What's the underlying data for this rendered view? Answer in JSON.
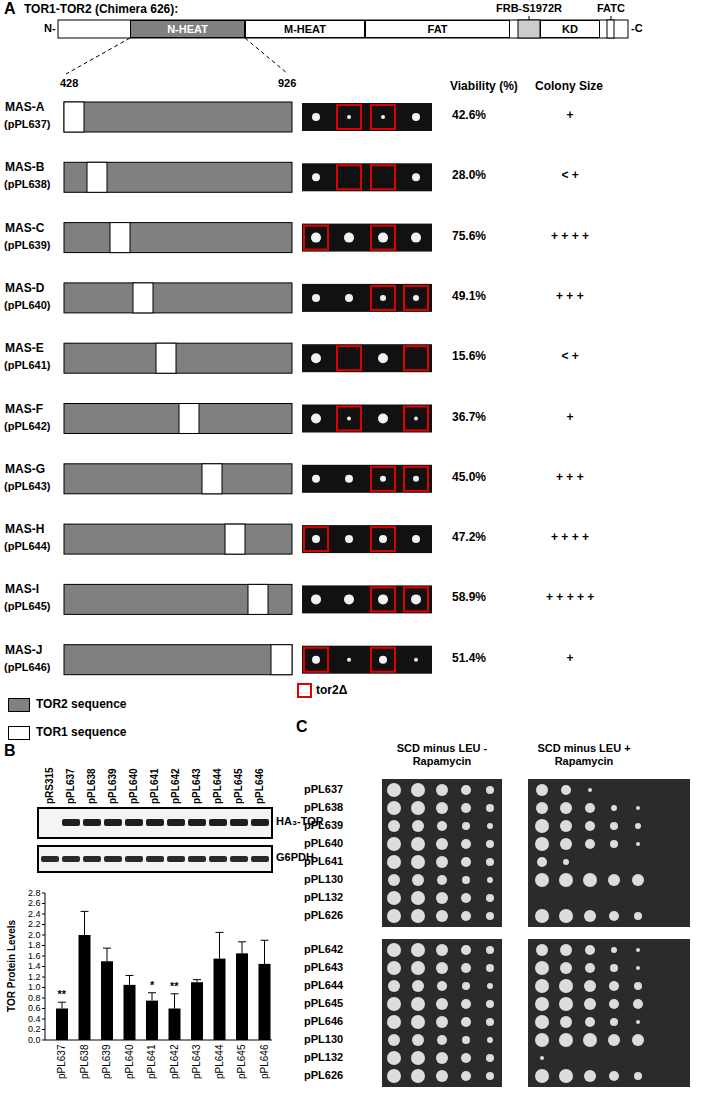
{
  "diagram": {
    "nodes": [
      {
        "text": [
          "N-HEAT"
        ]
      },
      {
        "text": [
          "M-HEAT"
        ]
      },
      {
        "text": [
          "FAT"
        ]
      },
      {
        "text": [
          "KD"
        ]
      }
    ],
    "labels": [
      "A",
      "TOR1-TOR2 (Chimera 626):",
      "FRB-S1972R",
      "FATC",
      "N-",
      "-C",
      "428",
      "926",
      "Viability (%)",
      "Colony Size",
      "MAS-A",
      "(pPL637)",
      "42.6%",
      "+",
      "MAS-B",
      "(pPL638)",
      "28.0%",
      "< +",
      "MAS-C",
      "(pPL639)",
      "75.6%",
      "+ + + +",
      "MAS-D",
      "(pPL640)",
      "49.1%",
      "+ + +",
      "MAS-E",
      "(pPL641)",
      "15.6%",
      "< +",
      "MAS-F",
      "(pPL642)",
      "36.7%",
      "+",
      "MAS-G",
      "(pPL643)",
      "45.0%",
      "+ + +",
      "MAS-H",
      "(pPL644)",
      "47.2%",
      "+ + + +",
      "MAS-I",
      "(pPL645)",
      "58.9%",
      "+ + + + +",
      "MAS-J",
      "(pPL646)",
      "51.4%",
      "+",
      "B",
      "pRS315",
      "pPL637",
      "pPL638",
      "pPL639",
      "pPL640",
      "pPL641",
      "pPL642",
      "pPL643",
      "pPL644",
      "pPL645",
      "pPL646",
      "HA₃-TOR",
      "G6PDH",
      "TOR Protein Levels",
      "0.0",
      "0.2",
      "0.4",
      "0.6",
      "0.8",
      "1.0",
      "1.2",
      "1.4",
      "1.6",
      "1.8",
      "2.0",
      "2.2",
      "2.4",
      "2.6",
      "2.8",
      "pPL637",
      "pPL638",
      "pPL639",
      "pPL640",
      "pPL641",
      "pPL642",
      "pPL643",
      "pPL644",
      "pPL645",
      "pPL646",
      "**",
      "*",
      "**",
      "C",
      "SCD minus LEU - Rapamycin",
      "SCD minus LEU + Rapamycin",
      "pPL637",
      "pPL638",
      "pPL639",
      "pPL640",
      "pPL641",
      "pPL130",
      "pPL132",
      "pPL626",
      "pPL642",
      "pPL643",
      "pPL644",
      "pPL645",
      "pPL646",
      "pPL130",
      "pPL132",
      "pPL626"
    ],
    "legend": [
      {
        "text": "TOR2 sequence",
        "color": "#808080"
      },
      {
        "text": "TOR1 sequence",
        "color": "#ffffff"
      },
      {
        "text": "tor2Δ"
      }
    ]
  }
}
